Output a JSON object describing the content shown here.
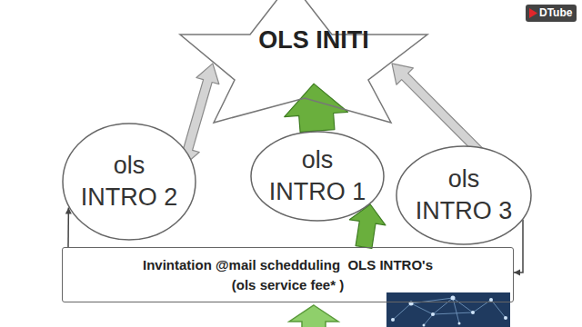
{
  "diagram": {
    "nodes": [
      {
        "text": [
          "OLS INITI"
        ]
      },
      {
        "text": [
          "ols INTRO 2"
        ]
      },
      {
        "text": [
          "ols INTRO 1"
        ]
      },
      {
        "text": [
          "ols INTRO 3"
        ]
      },
      {
        "text": [
          "Invintation @mail schedduling  OLS INTRO's",
          "(ols service fee* )"
        ]
      }
    ],
    "edges": [
      {
        "from": 1,
        "to": 0,
        "arrow": "both"
      },
      {
        "from": 2,
        "to": 0,
        "arrow": "to"
      },
      {
        "from": 0,
        "to": 3,
        "arrow": "both"
      },
      {
        "from": 4,
        "to": 2,
        "arrow": "to"
      },
      {
        "from": 4,
        "to": 1,
        "arrow": "to"
      },
      {
        "from": 3,
        "to": 4,
        "arrow": "to"
      }
    ],
    "labels": [
      "DTube"
    ]
  }
}
